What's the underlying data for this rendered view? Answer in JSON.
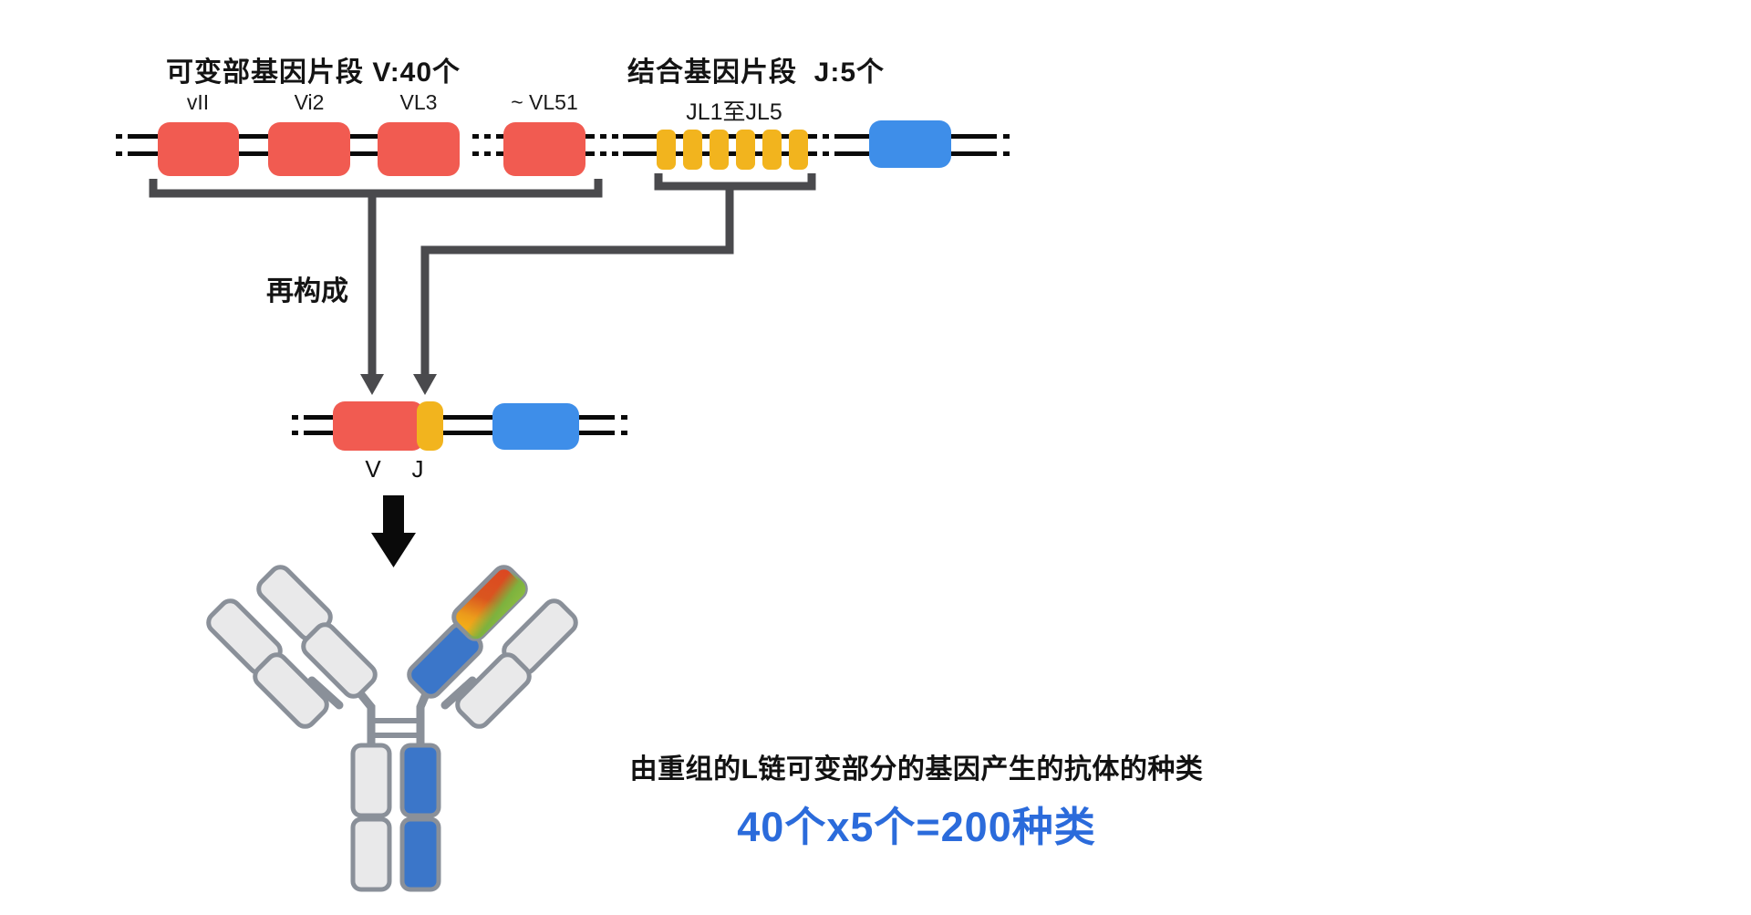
{
  "titles": {
    "variable_region": "可变部基因片段 V:40个",
    "joining_region": "结合基因片段  J:5个"
  },
  "germline_dna": {
    "v_segment_labels": [
      "vII",
      "Vi2",
      "VL3",
      "~ VL51"
    ],
    "j_cluster_label": "JL1至JL5",
    "j_segment_count": 6
  },
  "process": {
    "rearrangement_label": "再构成"
  },
  "recombined_dna": {
    "v_label": "V",
    "j_label": "J"
  },
  "result": {
    "line1": "由重组的L链可变部分的基因产生的抗体的种类",
    "line2": "40个x5个=200种类"
  },
  "colors": {
    "v_segment": "#F15B51",
    "j_segment": "#F2B41E",
    "c_segment": "#3E8EE9",
    "dna_line": "#0A0A0A",
    "bracket": "#4A4A4D",
    "solid_arrow": "#0A0A0A",
    "antibody_fill": "#E9E9EA",
    "antibody_stroke": "#8A9099",
    "antibody_blue": "#3B76C9",
    "result_highlight": "#2B6BDB"
  }
}
